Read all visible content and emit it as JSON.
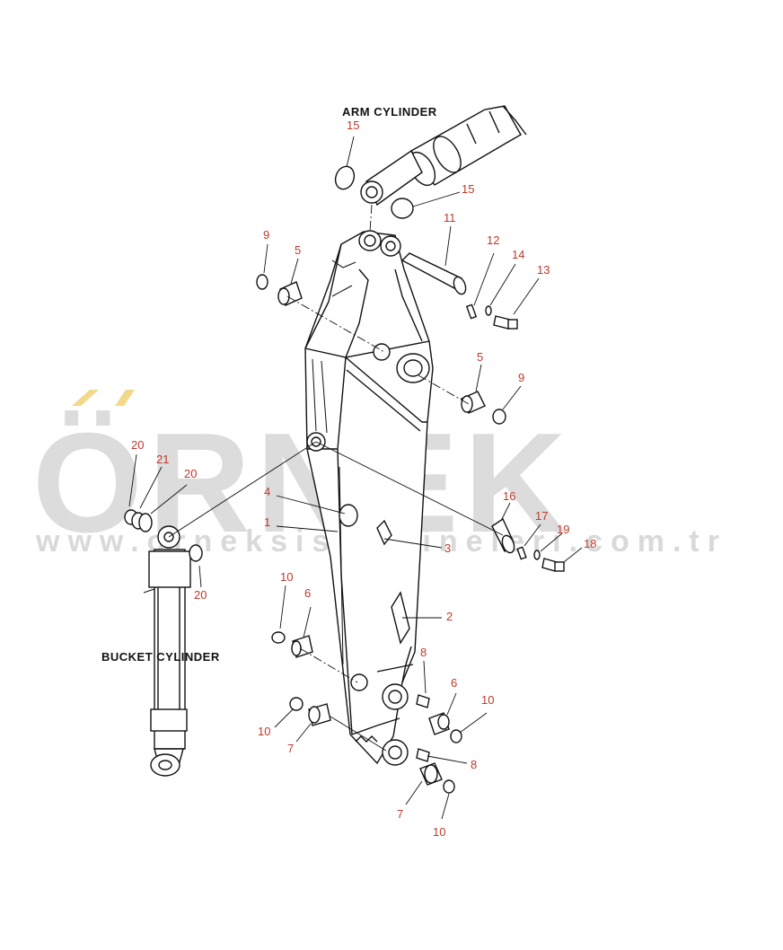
{
  "diagram": {
    "captions": {
      "arm_cylinder": "ARM CYLINDER",
      "bucket_cylinder": "BUCKET CYLINDER"
    },
    "watermark": {
      "brand": "ÖRNEK",
      "url": "www.orneksismakineleri.com.tr"
    },
    "callouts": {
      "c1": "1",
      "c2": "2",
      "c3": "3",
      "c4": "4",
      "c5a": "5",
      "c5b": "5",
      "c6a": "6",
      "c6b": "6",
      "c7a": "7",
      "c7b": "7",
      "c8a": "8",
      "c8b": "8",
      "c9a": "9",
      "c9b": "9",
      "c10a": "10",
      "c10b": "10",
      "c10c": "10",
      "c10d": "10",
      "c11": "11",
      "c12": "12",
      "c13": "13",
      "c14": "14",
      "c15a": "15",
      "c15b": "15",
      "c16": "16",
      "c17": "17",
      "c18": "18",
      "c19": "19",
      "c20a": "20",
      "c20b": "20",
      "c20c": "20",
      "c21": "21"
    },
    "colors": {
      "callout_text": "#c0392b",
      "line": "#111111",
      "watermark": "#dcdcdc",
      "watermark_accent": "#f2d88a"
    }
  }
}
